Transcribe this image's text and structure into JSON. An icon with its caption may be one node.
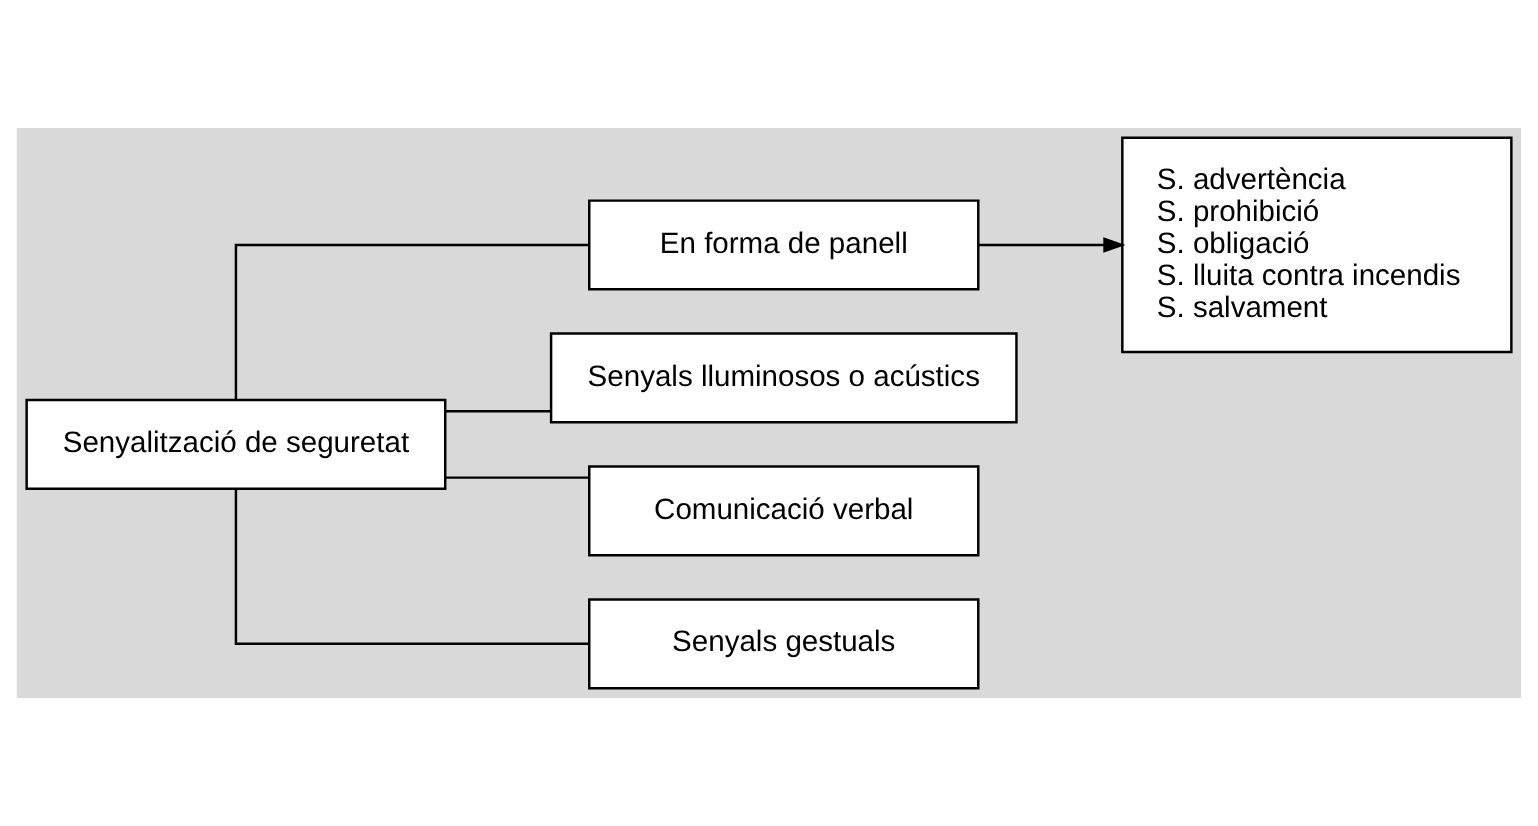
{
  "diagram": {
    "nodes": [
      {
        "text": [
          "Senyalització de seguretat"
        ]
      },
      {
        "text": [
          "En forma de panell"
        ]
      },
      {
        "text": [
          "Senyals lluminosos o acústics"
        ]
      },
      {
        "text": [
          "Comunicació verbal"
        ]
      },
      {
        "text": [
          "Senyals gestuals"
        ]
      },
      {
        "text": [
          "S. advertència",
          "S. prohibició",
          "S. obligació",
          "S. lluita contra incendis",
          "S. salvament"
        ]
      }
    ],
    "edges": [
      {
        "from": 0,
        "to": 1,
        "arrow": "none"
      },
      {
        "from": 0,
        "to": 2,
        "arrow": "none"
      },
      {
        "from": 0,
        "to": 3,
        "arrow": "none"
      },
      {
        "from": 0,
        "to": 4,
        "arrow": "none"
      },
      {
        "from": 1,
        "to": 5,
        "arrow": "to"
      }
    ]
  }
}
